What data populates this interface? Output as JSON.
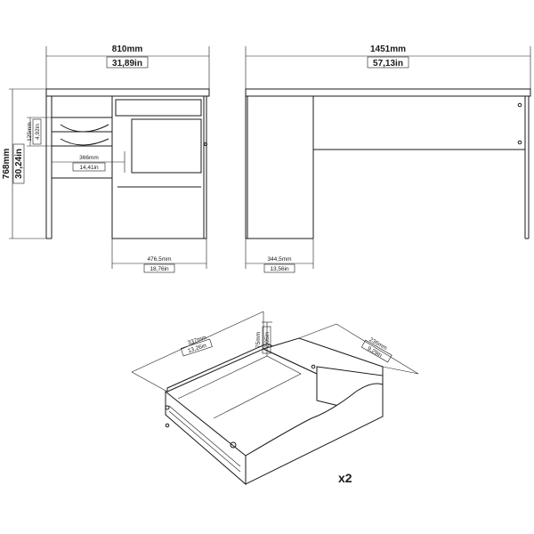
{
  "front_view": {
    "width_mm": "810mm",
    "width_in": "31,89in",
    "height_mm": "768mm",
    "height_in": "30,24in",
    "drawer_h_mm": "125mm",
    "drawer_h_in": "4,92in",
    "drawer_w_mm": "366mm",
    "drawer_w_in": "14,41in",
    "cabinet_w_mm": "476,5mm",
    "cabinet_w_in": "18,76in"
  },
  "side_view": {
    "width_mm": "1451mm",
    "width_in": "57,13in",
    "panel_w_mm": "344,5mm",
    "panel_w_in": "13,56in"
  },
  "drawer_detail": {
    "length_mm": "337mm",
    "length_in": "13,26in",
    "height_mm": "75mm",
    "height_in": "2,95in",
    "depth_mm": "236mm",
    "depth_in": "9,29in",
    "quantity": "x2"
  }
}
